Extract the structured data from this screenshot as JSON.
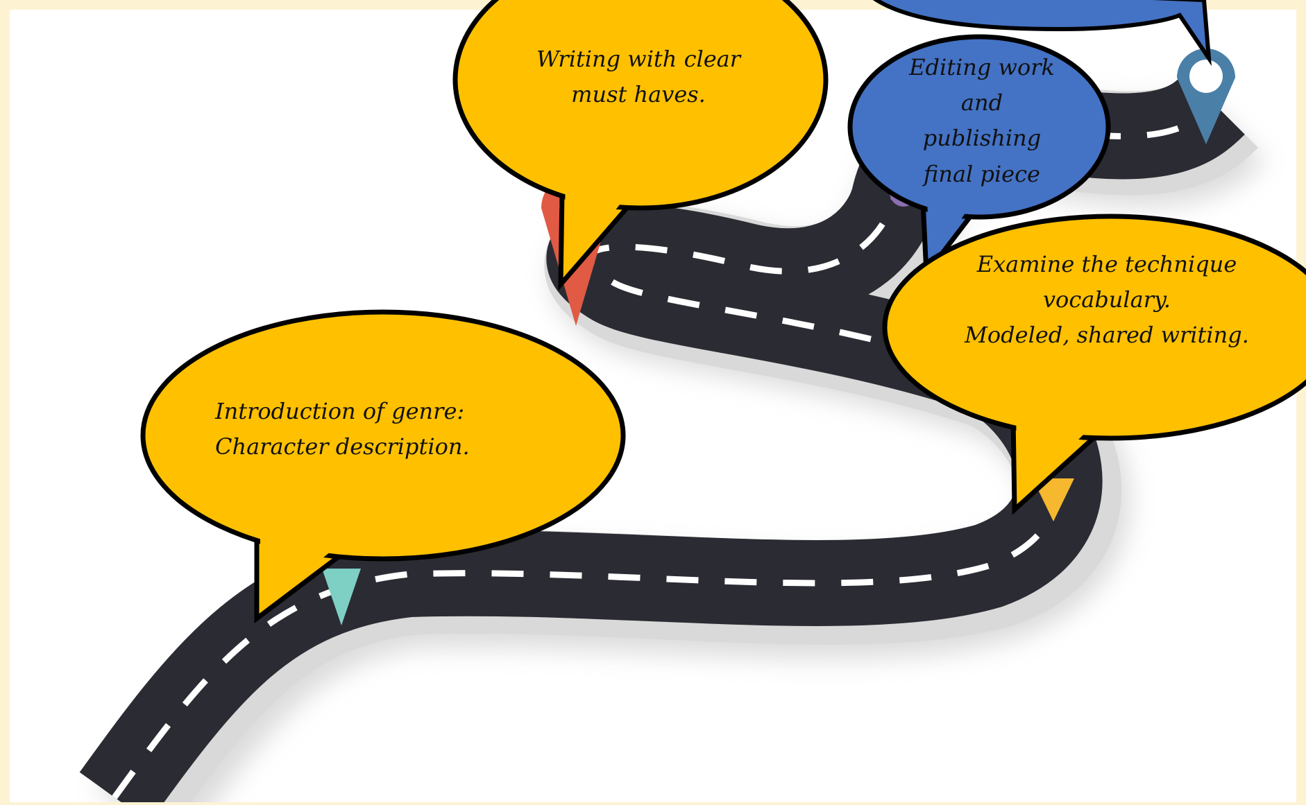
{
  "colors": {
    "background": "#fdf3d3",
    "panel": "#ffffff",
    "road": "#2b2b33",
    "road_edge": "#d9d9d9",
    "lane": "#ffffff",
    "yellow_bubble": "#ffc000",
    "blue_bubble": "#4472c4",
    "pin_red": "#e05a44",
    "pin_teal": "#7ecfc4",
    "pin_yellow": "#f5b82e",
    "pin_blue": "#4a7fa8",
    "pin_purple": "#8a6fb0"
  },
  "bubbles": [
    {
      "id": "intro",
      "text": "Introduction of genre:\nCharacter description.",
      "color": "yellow"
    },
    {
      "id": "writing",
      "text": "Writing with clear\nmust haves.",
      "color": "yellow"
    },
    {
      "id": "editing",
      "text": "Editing work\nand\npublishing\nfinal piece",
      "color": "blue"
    },
    {
      "id": "examine",
      "text": "Examine the technique\nvocabulary.\nModeled, shared writing.",
      "color": "yellow"
    }
  ]
}
